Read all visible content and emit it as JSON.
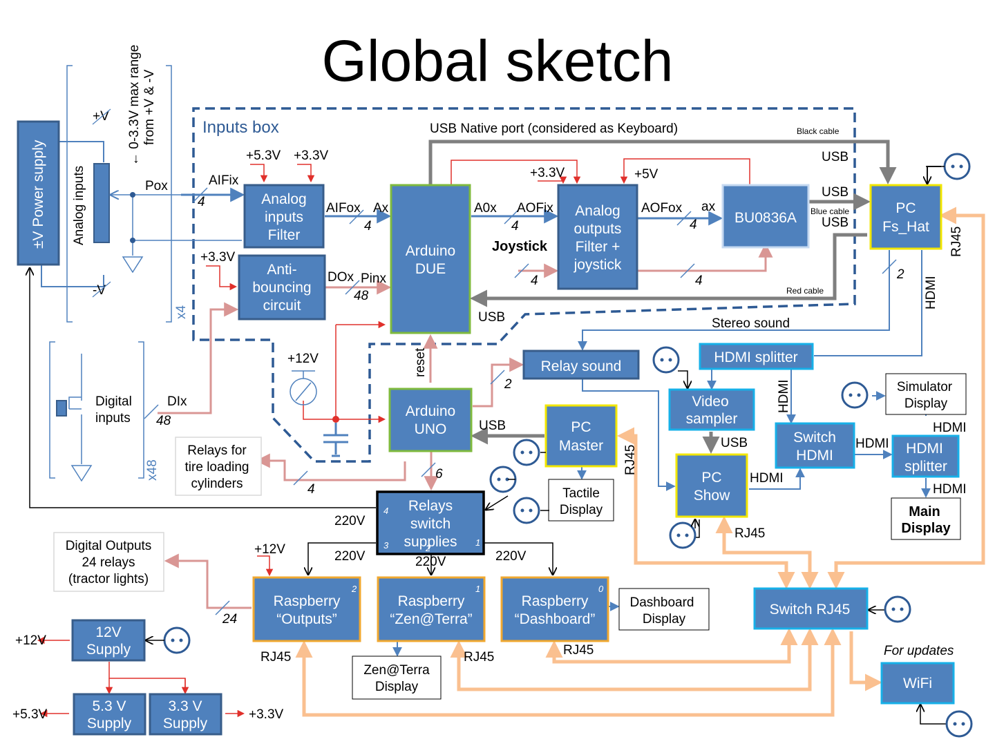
{
  "title": "Global sketch",
  "colors": {
    "box_fill": "#4f81bd",
    "box_border_dark": "#385d8a",
    "green_border": "#7fba3e",
    "yellow_border": "#f2e600",
    "orange_border": "#f0a830",
    "cyan_border": "#17b0e8",
    "signal_blue": "#4f81bd",
    "signal_pink": "#d99694",
    "signal_orange": "#fac090",
    "usb_gray": "#7f7f7f",
    "power_red": "#e0302b"
  },
  "inputs_box": {
    "label": "Inputs box"
  },
  "power_supply": {
    "label": "±V Power supply",
    "plus": "+V",
    "minus": "-V"
  },
  "analog_inputs": {
    "label": "Analog inputs",
    "range_note_1": "← 0-3.3V max range",
    "range_note_2": "from +V & -V",
    "pox": "Pox",
    "x4": "x4"
  },
  "digital_inputs": {
    "label_1": "Digital",
    "label_2": "inputs",
    "x48": "x48"
  },
  "blocks": {
    "analog_filter": [
      "Analog",
      "inputs",
      "Filter"
    ],
    "anti_bouncing": [
      "Anti-",
      "bouncing",
      "circuit"
    ],
    "arduino_due": [
      "Arduino",
      "DUE"
    ],
    "analog_outputs": [
      "Analog",
      "outputs",
      "Filter +",
      "joystick"
    ],
    "bu0836a": "BU0836A",
    "pc_fs_hat": [
      "PC",
      "Fs_Hat"
    ],
    "arduino_uno": [
      "Arduino",
      "UNO"
    ],
    "relay_sound": "Relay sound",
    "pc_master": [
      "PC",
      "Master"
    ],
    "relays_switch": [
      "Relays",
      "switch",
      "supplies"
    ],
    "hdmi_splitter_top": "HDMI splitter",
    "video_sampler": [
      "Video",
      "sampler"
    ],
    "pc_show": [
      "PC",
      "Show"
    ],
    "switch_hdmi": [
      "Switch",
      "HDMI"
    ],
    "hdmi_splitter_right": [
      "HDMI",
      "splitter"
    ],
    "raspberry_outputs": [
      "Raspberry",
      "“Outputs”"
    ],
    "raspberry_zen": [
      "Raspberry",
      "“Zen@Terra”"
    ],
    "raspberry_dashboard": [
      "Raspberry",
      "“Dashboard”"
    ],
    "switch_rj45": "Switch RJ45",
    "wifi": "WiFi",
    "supply_12v": [
      "12V",
      "Supply"
    ],
    "supply_5v": [
      "5.3 V",
      "Supply"
    ],
    "supply_3v": [
      "3.3 V",
      "Supply"
    ]
  },
  "outline_boxes": {
    "relays_tire": [
      "Relays for",
      "tire loading",
      "cylinders"
    ],
    "digital_outputs": [
      "Digital Outputs",
      "24 relays",
      "(tractor lights)"
    ],
    "simulator_display": [
      "Simulator",
      "Display"
    ],
    "main_display": [
      "Main",
      "Display"
    ],
    "tactile_display": [
      "Tactile",
      "Display"
    ],
    "dashboard_display": [
      "Dashboard",
      "Display"
    ],
    "zen_display": [
      "Zen@Terra",
      "Display"
    ]
  },
  "labels": {
    "usb_native": "USB Native port (considered as Keyboard)",
    "black_cable": "Black cable",
    "blue_cable": "Blue cable",
    "red_cable": "Red cable",
    "usb": "USB",
    "v5_3": "+5.3V",
    "v3_3": "+3.3V",
    "v5": "+5V",
    "v12": "+12V",
    "aifix": "AIFix",
    "aifox": "AIFox",
    "ax": "Ax",
    "a0x": "A0x",
    "aofix": "AOFix",
    "aofox": "AOFox",
    "ax_lower": "ax",
    "dox": "DOx",
    "pinx": "Pinx",
    "dix": "DIx",
    "joystick": "Joystick",
    "n4": "4",
    "n48": "48",
    "n2": "2",
    "n6": "6",
    "n24": "24",
    "rj45": "RJ45",
    "hdmi": "HDMI",
    "stereo_sound": "Stereo sound",
    "reset": "reset",
    "v220": "220V",
    "for_updates": "For updates",
    "n0": "0",
    "n1": "1",
    "n3": "3",
    "v12_out": "+12V",
    "v53_out": "+5.3V",
    "v33_out": "+3.3V"
  }
}
